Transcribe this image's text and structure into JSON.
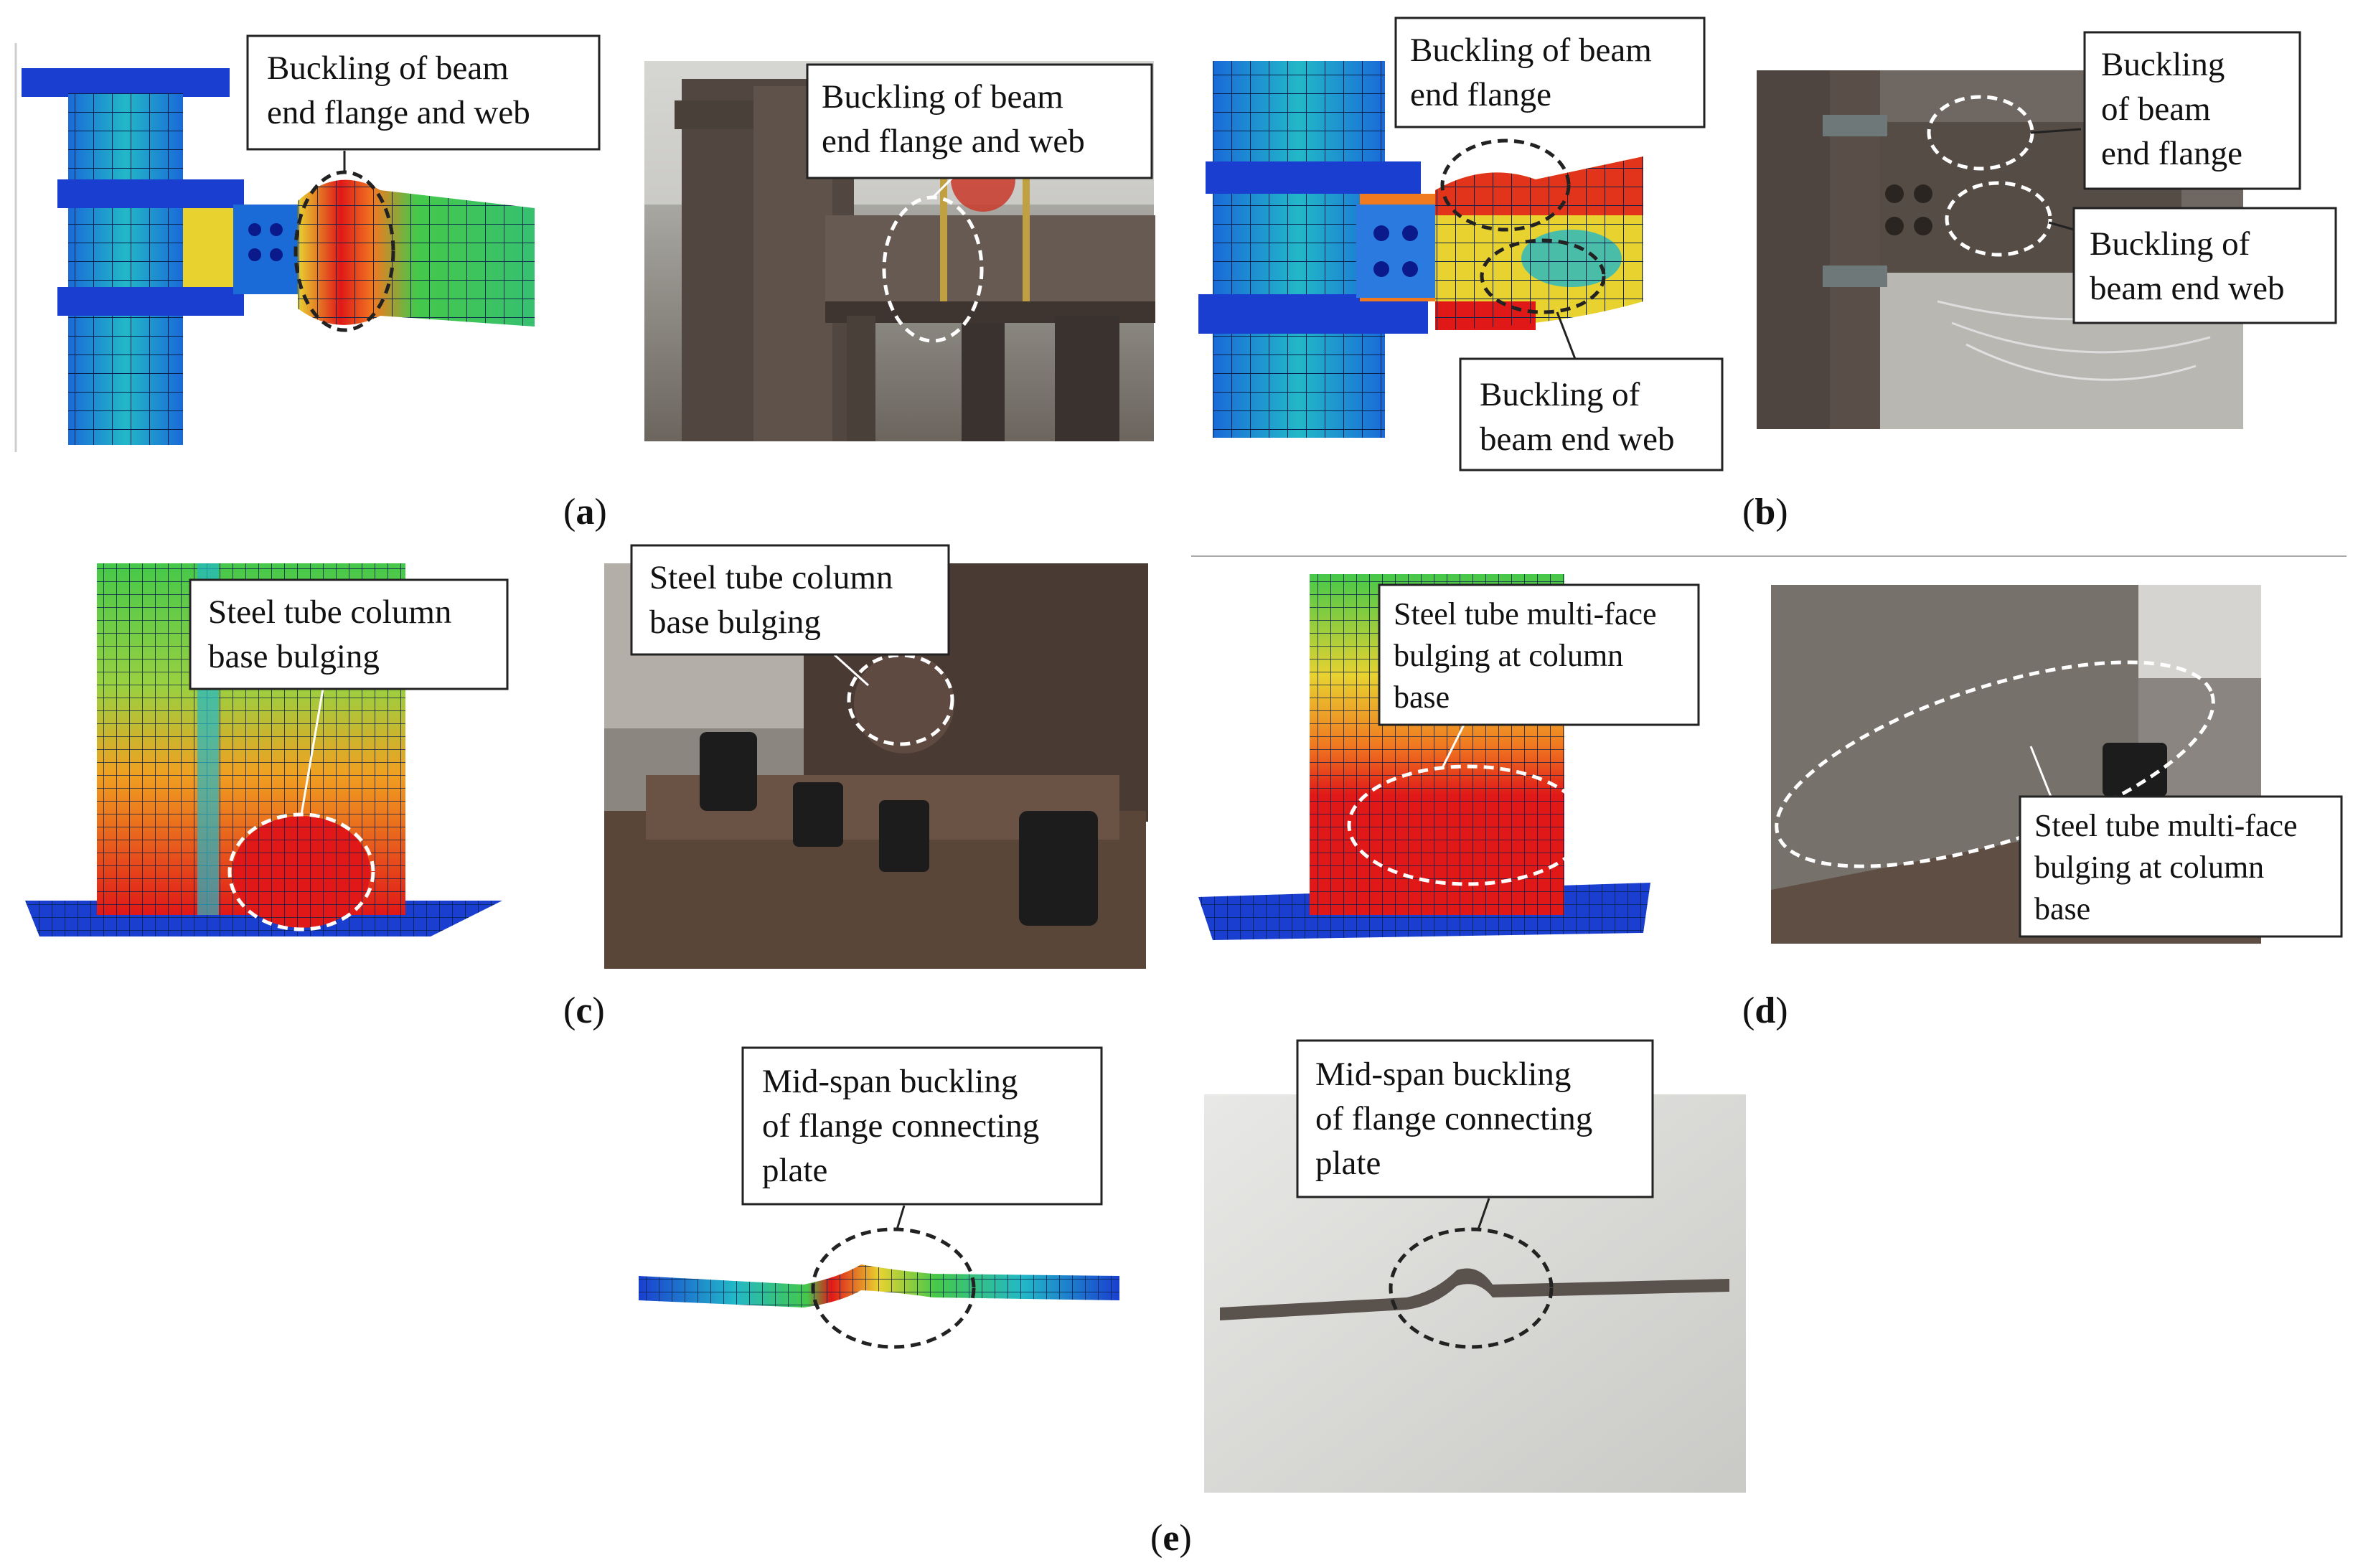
{
  "panels": {
    "a": "(a)",
    "b": "(b)",
    "c": "(c)",
    "d": "(d)",
    "e": "(e)"
  },
  "callouts": {
    "a_fem": [
      "Buckling of beam",
      "end flange and web"
    ],
    "a_photo": [
      "Buckling of beam",
      "end flange and web"
    ],
    "b_fem_flange": [
      "Buckling of beam",
      "end flange"
    ],
    "b_fem_web": [
      "Buckling of",
      "beam end web"
    ],
    "b_photo_flange": [
      "Buckling",
      "of beam",
      "end flange"
    ],
    "b_photo_web": [
      "Buckling of",
      "beam end web"
    ],
    "c_fem": [
      "Steel tube column",
      "base bulging"
    ],
    "c_photo": [
      "Steel tube column",
      "base bulging"
    ],
    "d_fem": [
      "Steel tube multi-face",
      "bulging at column",
      "base"
    ],
    "d_photo": [
      "Steel tube multi-face",
      "bulging at column",
      "base"
    ],
    "e_fem": [
      "Mid-span buckling",
      "of flange connecting",
      "plate"
    ],
    "e_photo": [
      "Mid-span buckling",
      "of flange connecting",
      "plate"
    ]
  },
  "colors": {
    "fem_blue": "#1a3fd0",
    "fem_cyan": "#22b8c8",
    "fem_green": "#45c84a",
    "fem_yellow": "#e8d230",
    "fem_orange": "#f07a20",
    "fem_red": "#e01818",
    "steel": "#6a5a52",
    "bg_shop": "#9c9a94"
  }
}
